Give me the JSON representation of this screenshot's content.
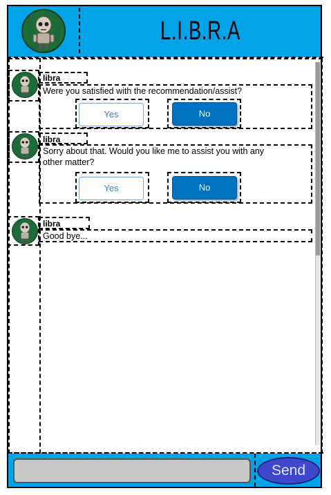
{
  "app": {
    "title": "L.I.B.R.A"
  },
  "messages": [
    {
      "sender": "libra",
      "text": "Were you satisfied with the recommendation/assist?",
      "yes": "Yes",
      "no": "No"
    },
    {
      "sender": "libra",
      "text": "Sorry about that. Would you like me to assist you with any other matter?",
      "yes": "Yes",
      "no": "No"
    },
    {
      "sender": "libra",
      "text": "Good bye..."
    }
  ],
  "composer": {
    "input_value": "",
    "send_label": "Send"
  },
  "colors": {
    "header": "#00a2e8",
    "yes_text": "#3b82c4",
    "no_bg": "#0070c0",
    "send_bg": "#3f48cc"
  }
}
